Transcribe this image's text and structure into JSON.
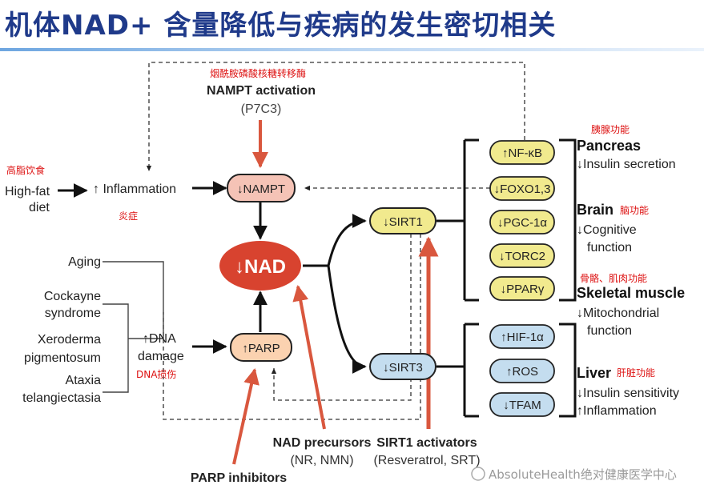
{
  "title": "机体NAD+ 含量降低与疾病的发生密切相关",
  "nampt_cn": "烟酰胺磷酸核糖转移酶",
  "nampt_activation": "NAMPT activation",
  "p7c3": "(P7C3)",
  "high_fat_cn": "高脂饮食",
  "high_fat_1": "High-fat",
  "high_fat_2": "diet",
  "inflammation": "↑ Inflammation",
  "inflammation_cn": "炎症",
  "node_nampt": "↓NAMPT",
  "node_nad": "↓NAD",
  "node_sirt1": "↓SIRT1",
  "node_sirt3": "↓SIRT3",
  "node_parp": "↑PARP",
  "aging": "Aging",
  "cockayne_1": "Cockayne",
  "cockayne_2": "syndrome",
  "xeroderma_1": "Xeroderma",
  "xeroderma_2": "pigmentosum",
  "ataxia_1": "Ataxia",
  "ataxia_2": "telangiectasia",
  "dna_1": "↑DNA",
  "dna_2": "damage",
  "dna_cn": "DNA损伤",
  "sirt1_targets": [
    "↑NF-κB",
    "↓FOXO1,3",
    "↓PGC-1α",
    "↓TORC2",
    "↓PPARγ"
  ],
  "sirt3_targets": [
    "↑HIF-1α",
    "↑ROS",
    "↓TFAM"
  ],
  "pancreas_cn": "胰腺功能",
  "pancreas": "Pancreas",
  "pancreas_effect": "↓Insulin secretion",
  "brain": "Brain",
  "brain_cn": "脑功能",
  "brain_effect_1": "↓Cognitive",
  "brain_effect_2": "function",
  "skeletal_cn": "骨骼、肌肉功能",
  "skeletal": "Skeletal muscle",
  "skeletal_effect_1": "↓Mitochondrial",
  "skeletal_effect_2": "function",
  "liver": "Liver",
  "liver_cn": "肝脏功能",
  "liver_effect_1": "↓Insulin sensitivity",
  "liver_effect_2": "↑Inflammation",
  "nad_precursors": "NAD precursors",
  "nad_precursors_sub": "(NR, NMN)",
  "sirt1_activators": "SIRT1 activators",
  "sirt1_activators_sub": "(Resveratrol, SRT)",
  "parp_inhibitors": "PARP inhibitors",
  "watermark": "AbsoluteHealth绝对健康医学中心",
  "colors": {
    "title": "#1f3a8a",
    "red_arrow": "#d9573e",
    "nampt_fill": "#f5c3b6",
    "nad_fill": "#d8432f",
    "sirt1_fill": "#f1ea8e",
    "sirt3_fill": "#c4ddef",
    "parp_fill": "#fbd2b0",
    "cn_label": "#dd1111"
  }
}
